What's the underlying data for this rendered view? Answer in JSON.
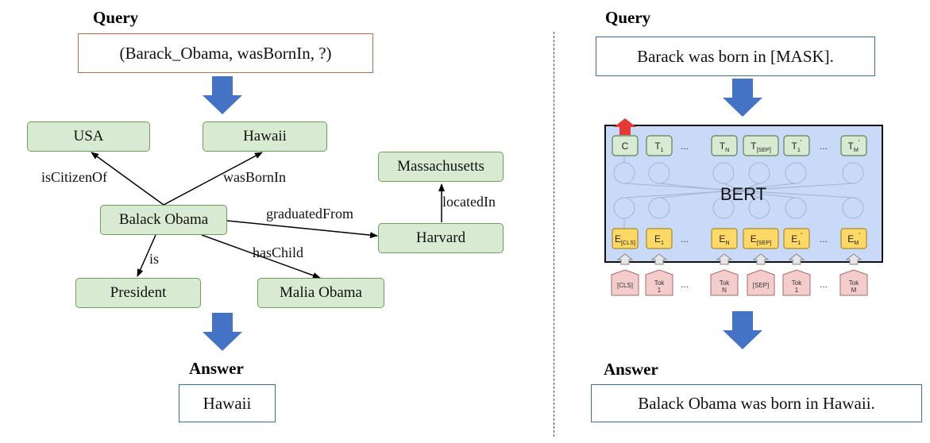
{
  "left": {
    "query_heading": "Query",
    "query_text": "(Barack_Obama, wasBornIn, ?)",
    "answer_heading": "Answer",
    "answer_text": "Hawaii",
    "graph": {
      "nodes": {
        "usa": "USA",
        "hawaii": "Hawaii",
        "massachusetts": "Massachusetts",
        "obama": "Balack Obama",
        "harvard": "Harvard",
        "president": "President",
        "malia": "Malia Obama"
      },
      "edges": {
        "is_citizen_of": "isCitizenOf",
        "was_born_in": "wasBornIn",
        "located_in": "locatedIn",
        "graduated_from": "graduatedFrom",
        "is": "is",
        "has_child": "hasChild"
      }
    }
  },
  "right": {
    "query_heading": "Query",
    "query_text": "Barack was born in [MASK].",
    "answer_heading": "Answer",
    "answer_text": "Balack Obama was born in Hawaii.",
    "bert": {
      "title": "BERT",
      "ellipsis": "...",
      "output_tokens": [
        {
          "main": "C",
          "sub": "",
          "sup": ""
        },
        {
          "main": "T",
          "sub": "1",
          "sup": ""
        },
        {
          "main": "T",
          "sub": "N",
          "sup": ""
        },
        {
          "main": "T",
          "sub": "[SEP]",
          "sup": ""
        },
        {
          "main": "T",
          "sub": "1",
          "sup": "'"
        },
        {
          "main": "T",
          "sub": "M",
          "sup": "'"
        }
      ],
      "embedding_tokens": [
        {
          "main": "E",
          "sub": "[CLS]",
          "sup": ""
        },
        {
          "main": "E",
          "sub": "1",
          "sup": ""
        },
        {
          "main": "E",
          "sub": "N",
          "sup": ""
        },
        {
          "main": "E",
          "sub": "[SEP]",
          "sup": ""
        },
        {
          "main": "E",
          "sub": "1",
          "sup": "'"
        },
        {
          "main": "E",
          "sub": "M",
          "sup": "'"
        }
      ],
      "input_tokens": [
        {
          "line1": "[CLS]",
          "line2": ""
        },
        {
          "line1": "Tok",
          "line2": "1"
        },
        {
          "line1": "Tok",
          "line2": "N"
        },
        {
          "line1": "[SEP]",
          "line2": ""
        },
        {
          "line1": "Tok",
          "line2": "1"
        },
        {
          "line1": "Tok",
          "line2": "M"
        }
      ]
    }
  },
  "colors": {
    "arrow_blue": "#4472c4",
    "node_green": "#d9ead3",
    "bert_panel": "#c9daf8",
    "token_green": "#d9ead3",
    "embed_yellow": "#ffd966",
    "input_pink": "#f4cccc",
    "red_arrow": "#e53935"
  }
}
